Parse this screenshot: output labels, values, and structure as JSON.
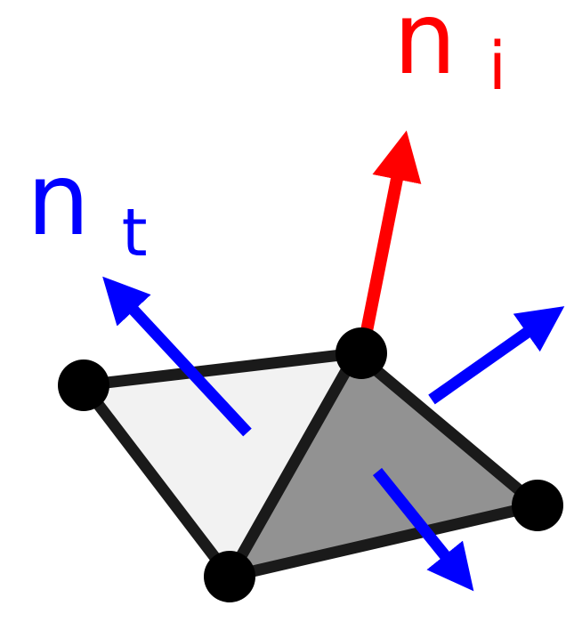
{
  "labels": {
    "vertex_normal": {
      "base": "n",
      "subscript": "i"
    },
    "triangle_normal": {
      "base": "n",
      "subscript": "t"
    }
  },
  "colors": {
    "vertex_normal": "#ff0000",
    "triangle_normal": "#0000ff",
    "edge": "#1a1a1a",
    "vertex": "#000000",
    "light_face": "#f2f2f2",
    "dark_face": "#929292"
  },
  "elements": {
    "vertex_count": 4,
    "triangle_count": 2,
    "vertex_normal_count": 1,
    "face_normal_count": 3
  }
}
